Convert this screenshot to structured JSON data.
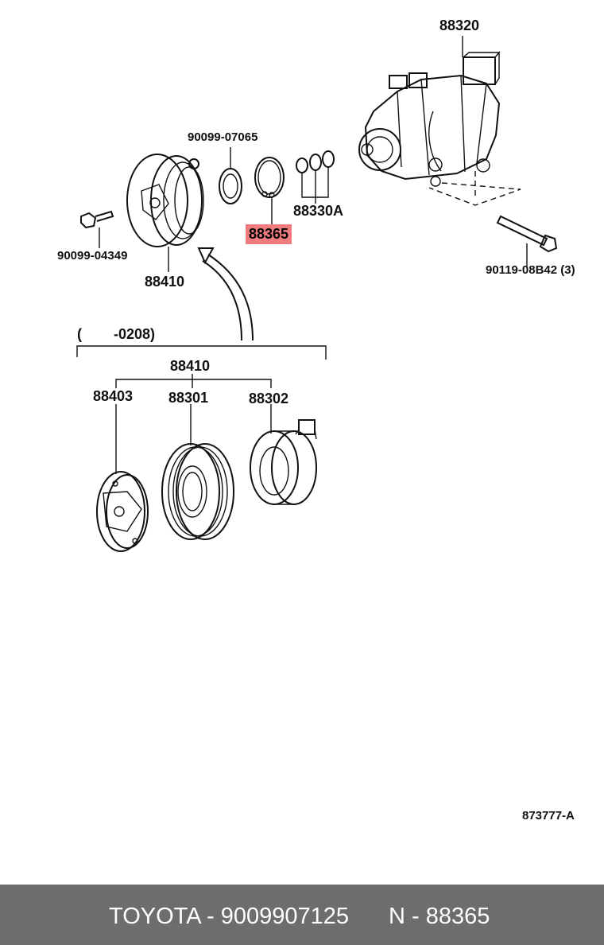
{
  "labels": {
    "p88320": "88320",
    "p90099_07065": "90099-07065",
    "p88330A": "88330A",
    "p88365": "88365",
    "p90099_04349": "90099-04349",
    "p88410_top": "88410",
    "p90119": "90119-08B42 (3)",
    "range": "(        -0208)",
    "p88410_group": "88410",
    "p88403": "88403",
    "p88301": "88301",
    "p88302": "88302",
    "diagram_id": "873777-A"
  },
  "footer": {
    "brand_part": "TOYOTA - 9009907125",
    "ref": "N - 88365"
  },
  "colors": {
    "highlight": "#f07c80",
    "footer_bg": "#6d6d6d",
    "footer_text": "#ffffff"
  }
}
